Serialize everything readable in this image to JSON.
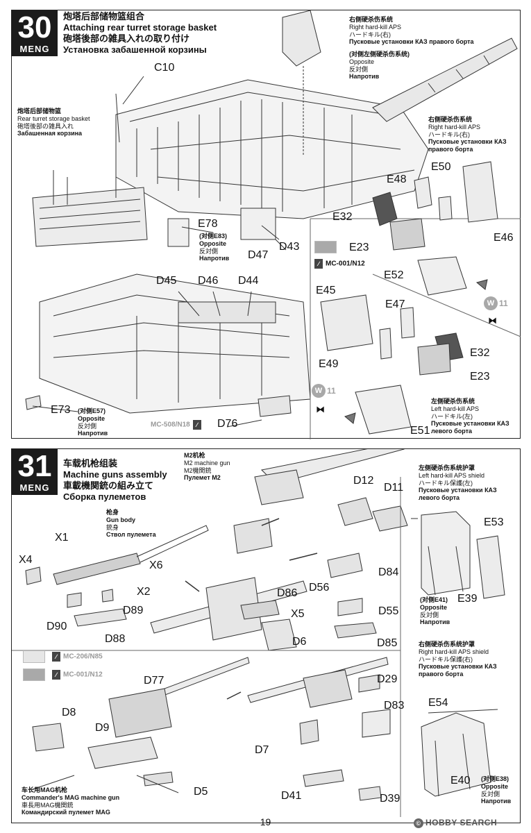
{
  "page": {
    "number": "19"
  },
  "watermark": {
    "text": "HOBBY SEARCH",
    "symbol": "©"
  },
  "step30": {
    "number": "30",
    "brand": "MENG",
    "title": {
      "zh": "炮塔后部储物篮组合",
      "en": "Attaching rear turret storage basket",
      "ja": "砲塔後部の雑具入れの取り付け",
      "ru": "Установка забашенной корзины"
    },
    "basket_note": {
      "zh": "炮塔后部储物篮",
      "en": "Rear turret storage basket",
      "ja": "砲塔後部の雑具入れ",
      "ru": "Забашенная корзина"
    },
    "right_aps_top": {
      "zh": "右侧硬杀伤系统",
      "en": "Right hard-kill APS",
      "ja": "ハードキル(右)",
      "ru": "Пусковые установки КАЗ правого борта"
    },
    "opposite_top": {
      "zh": "(对侧左侧硬杀伤系统)",
      "en": "Opposite",
      "ja": "反対側",
      "ru": "Напротив"
    },
    "right_aps_sub": {
      "zh": "右侧硬杀伤系统",
      "en": "Right hard-kill APS",
      "ja": "ハードキル(右)",
      "ru1": "Пусковые установки КАЗ",
      "ru2": "правого борта"
    },
    "left_aps_sub": {
      "zh": "左侧硬杀伤系统",
      "en": "Left hard-kill APS",
      "ja": "ハードキル(左)",
      "ru1": "Пусковые установки КАЗ",
      "ru2": "левого борта"
    },
    "e78_opposite": {
      "ref": "(对侧E83)",
      "en": "Opposite",
      "ja": "反対側",
      "ru": "Напротив"
    },
    "e73_opposite": {
      "ref": "(对侧E57)",
      "en": "Opposite",
      "ja": "反対側",
      "ru": "Напротив"
    },
    "paint": [
      {
        "code": "MC-001/N12",
        "color": "#a9a9a9"
      },
      {
        "code": "MC-508/N18",
        "color": "#a9a9a9"
      }
    ],
    "w_mark": {
      "letter": "W",
      "number": "11"
    },
    "labels": {
      "c10": "C10",
      "e78": "E78",
      "d47": "D47",
      "d43": "D43",
      "d45": "D45",
      "d46": "D46",
      "d44": "D44",
      "e73": "E73",
      "d76": "D76",
      "e48": "E48",
      "e50": "E50",
      "e32a": "E32",
      "e23a": "E23",
      "e46": "E46",
      "e52": "E52",
      "e45": "E45",
      "e47": "E47",
      "e49": "E49",
      "e32b": "E32",
      "e23b": "E23",
      "e51": "E51"
    }
  },
  "step31": {
    "number": "31",
    "brand": "MENG",
    "title": {
      "zh": "车载机枪组装",
      "en": "Machine guns assembly",
      "ja": "車載機関銃の組み立て",
      "ru": "Сборка пулеметов"
    },
    "m2_note": {
      "zh": "M2机枪",
      "en": "M2 machine gun",
      "ja": "M2機関銃",
      "ru": "Пулемет M2"
    },
    "gun_body_note": {
      "zh": "枪身",
      "en": "Gun body",
      "ja": "銃身",
      "ru": "Ствол пулемета"
    },
    "mag_note": {
      "zh": "车长用MAG机枪",
      "en": "Commander's MAG machine gun",
      "ja": "車長用MAG機関銃",
      "ru": "Командирский пулемет MAG"
    },
    "left_shield_note": {
      "zh": "左侧硬杀伤系统护罩",
      "en": "Left hard-kill APS shield",
      "ja": "ハードキル保護(左)",
      "ru1": "Пусковые установки КАЗ",
      "ru2": "левого борта"
    },
    "right_shield_note": {
      "zh": "右侧硬杀伤系统护罩",
      "en": "Right hard-kill APS shield",
      "ja": "ハードキル保護(右)",
      "ru1": "Пусковые установки КАЗ",
      "ru2": "правого борта"
    },
    "e39_opposite": {
      "ref": "(对侧E41)",
      "en": "Opposite",
      "ja": "反対側",
      "ru": "Напротив"
    },
    "e40_opposite": {
      "ref": "(对侧E38)",
      "en": "Opposite",
      "ja": "反対側",
      "ru": "Напротив"
    },
    "paint": [
      {
        "code": "MC-206/N85",
        "color": "#e6e6e6"
      },
      {
        "code": "MC-001/N12",
        "color": "#a9a9a9"
      }
    ],
    "labels": {
      "d12": "D12",
      "d11": "D11",
      "x1": "X1",
      "x4": "X4",
      "x6": "X6",
      "x2": "X2",
      "d89": "D89",
      "d90": "D90",
      "d88": "D88",
      "d86": "D86",
      "x5": "X5",
      "d6": "D6",
      "d84": "D84",
      "d56": "D56",
      "d55": "D55",
      "d85": "D85",
      "e53": "E53",
      "e39": "E39",
      "d77": "D77",
      "d8": "D8",
      "d9": "D9",
      "d5": "D5",
      "d29": "D29",
      "d83": "D83",
      "d7": "D7",
      "d41": "D41",
      "d39": "D39",
      "e54": "E54",
      "e40": "E40"
    }
  }
}
